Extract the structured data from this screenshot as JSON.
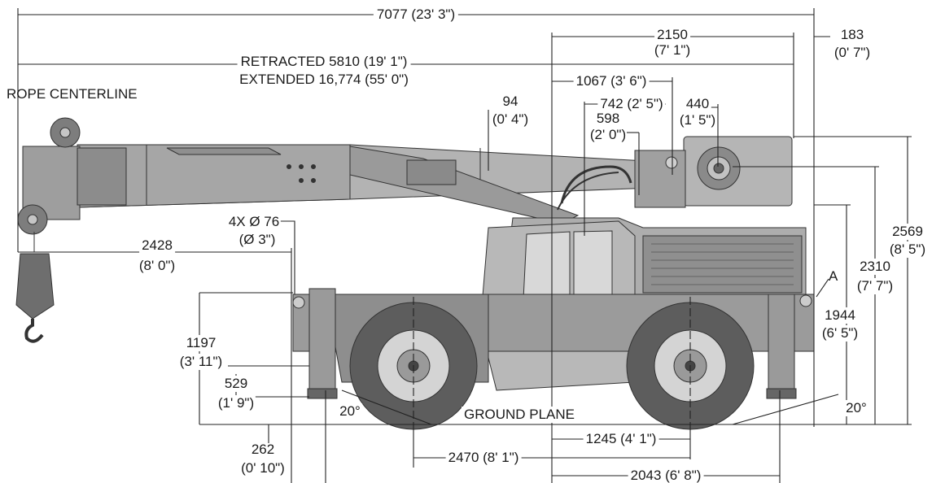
{
  "labels": {
    "overall_length": "7077 (23' 3\")",
    "retracted": "RETRACTED 5810 (19' 1\")",
    "extended": "EXTENDED 16,774 (55' 0\")",
    "rope_centerline": "ROPE CENTERLINE",
    "d2150_a": "2150",
    "d2150_b": "(7' 1\")",
    "d183_a": "183",
    "d183_b": "(0' 7\")",
    "d1067": "1067 (3' 6\")",
    "d742": "742 (2' 5\")",
    "d440_a": "440",
    "d440_b": "(1' 5\")",
    "d94_a": "94",
    "d94_b": "(0' 4\")",
    "d598_a": "598",
    "d598_b": "(2' 0\")",
    "d2569_a": "2569",
    "d2569_b": "(8' 5\")",
    "d2310_a": "2310",
    "d2310_b": "(7' 7\")",
    "d1944_a": "1944",
    "d1944_b": "(6' 5\")",
    "marker_a": "A",
    "holes_a": "4X Ø 76",
    "holes_b": "(Ø 3\")",
    "d2428_a": "2428",
    "d2428_b": "(8' 0\")",
    "d1197_a": "1197",
    "d1197_b": "(3' 11\")",
    "d529_a": "529",
    "d529_b": "(1' 9\")",
    "angle_left": "20°",
    "angle_right": "20°",
    "ground_plane": "GROUND PLANE",
    "d262_a": "262",
    "d262_b": "(0' 10\")",
    "d1245": "1245 (4' 1\")",
    "d2470": "2470 (8' 1\")",
    "d2043": "2043 (6' 8\")"
  },
  "colors": {
    "body": "#a9a9a9",
    "body_dark": "#7a7a7a",
    "tire": "#5d5d5d",
    "rim": "#d4d4d4",
    "line": "#222222"
  }
}
